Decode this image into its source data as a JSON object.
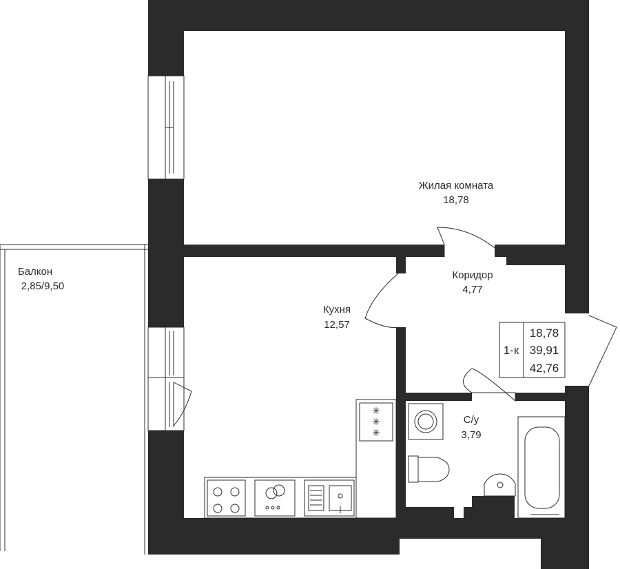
{
  "rooms": {
    "living": {
      "name": "Жилая комната",
      "area": "18,78"
    },
    "corridor": {
      "name": "Коридор",
      "area": "4,77"
    },
    "kitchen": {
      "name": "Кухня",
      "area": "12,57"
    },
    "bathroom": {
      "name": "С/у",
      "area": "3,79"
    },
    "balcony": {
      "name": "Балкон",
      "area": "2,85/9,50"
    }
  },
  "summary": {
    "type": "1-к",
    "living_area": "18,78",
    "total_area": "39,91",
    "total_with_balcony": "42,76"
  },
  "colors": {
    "wall": "#2b2b2b",
    "background": "#ffffff"
  }
}
